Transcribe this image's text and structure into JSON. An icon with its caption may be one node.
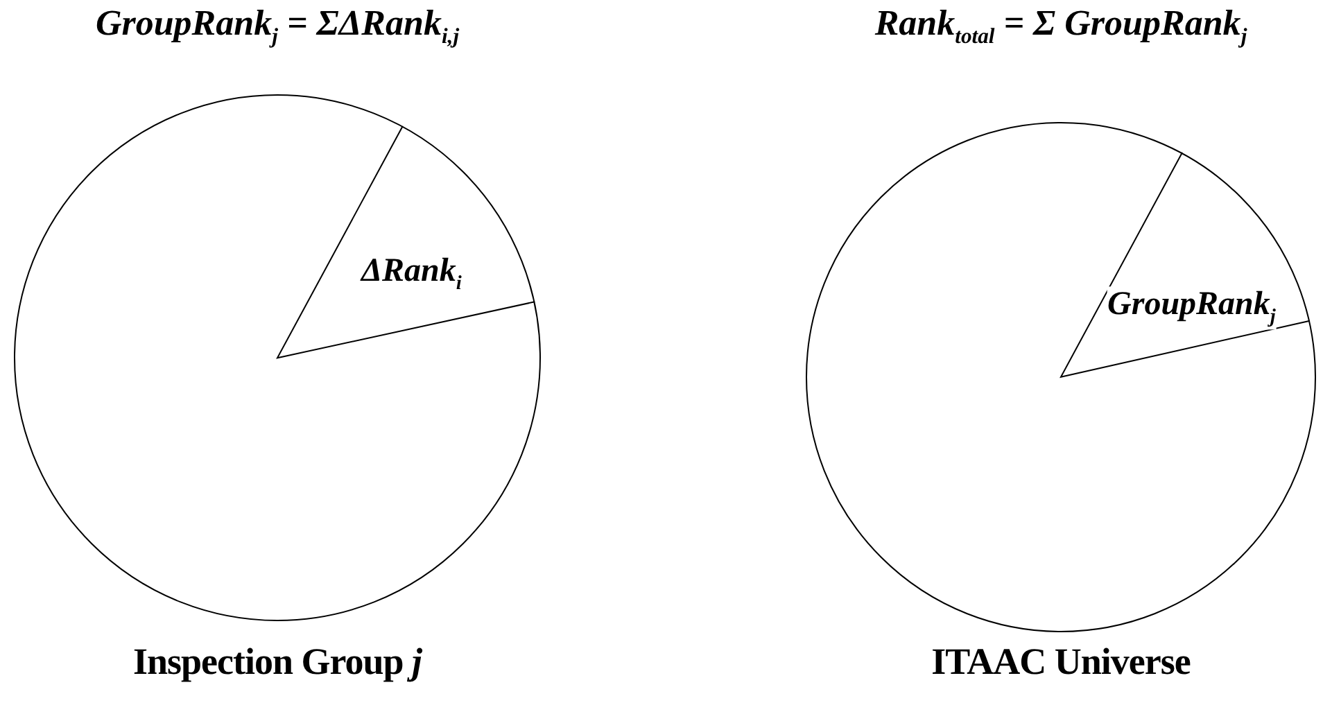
{
  "diagram": {
    "nodes": [
      {
        "text": [],
        "shape": "circle",
        "beside": [
          "GroupRank$_{j}$ = ΣΔRank$_{i,j}$",
          "Inspection Group *j*"
        ]
      },
      {
        "text": [
          "ΔRank$_{i}$"
        ],
        "in": 0
      },
      {
        "text": [],
        "shape": "circle",
        "beside": [
          "Rank$_{total}$ = Σ GroupRank$_{j}$",
          "ITAAC Universe"
        ]
      },
      {
        "text": [
          "GroupRank$_{j}$"
        ],
        "in": 2
      }
    ],
    "edges": []
  }
}
